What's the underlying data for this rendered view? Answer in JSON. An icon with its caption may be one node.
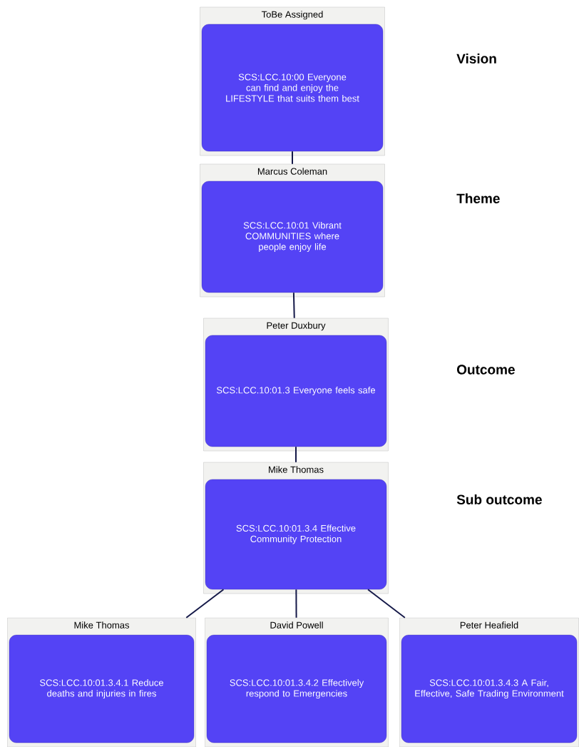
{
  "diagram": {
    "nodes": [
      {
        "text": [
          "ToBe Assigned"
        ]
      },
      {
        "text": [
          "SCS:LCC.10:00 Everyone can find and enjoy the LIFESTYLE that suits them best"
        ],
        "in": 0
      },
      {
        "text": [
          "Marcus Coleman"
        ]
      },
      {
        "text": [
          "SCS:LCC.10:01 Vibrant COMMUNITIES where people enjoy life"
        ],
        "in": 2
      },
      {
        "text": [
          "Peter Duxbury"
        ]
      },
      {
        "text": [
          "SCS:LCC.10:01.3 Everyone feels safe"
        ],
        "in": 4
      },
      {
        "text": [
          "Mike Thomas"
        ]
      },
      {
        "text": [
          "SCS:LCC.10:01.3.4 Effective Community Protection"
        ],
        "in": 6
      },
      {
        "text": [
          "Mike Thomas"
        ]
      },
      {
        "text": [
          "SCS:LCC.10:01.3.4.1 Reduce deaths and injuries in fires"
        ],
        "in": 8
      },
      {
        "text": [
          "David Powell"
        ]
      },
      {
        "text": [
          "SCS:LCC.10:01.3.4.2 Effectively respond to Emergencies"
        ],
        "in": 10
      },
      {
        "text": [
          "Peter Heafield"
        ]
      },
      {
        "text": [
          "SCS:LCC.10:01.3.4.3 A Fair, Effective, Safe Trading Environment"
        ],
        "in": 12
      }
    ],
    "edges": [
      {
        "from": 1,
        "to": 2,
        "arrow": "none"
      },
      {
        "from": 3,
        "to": 4,
        "arrow": "none"
      },
      {
        "from": 5,
        "to": 6,
        "arrow": "none"
      },
      {
        "from": 7,
        "to": 8,
        "arrow": "none"
      },
      {
        "from": 7,
        "to": 10,
        "arrow": "none"
      },
      {
        "from": 7,
        "to": 12,
        "arrow": "none"
      }
    ],
    "labels": [
      "Vision",
      "Theme",
      "Outcome",
      "Sub outcome"
    ]
  }
}
